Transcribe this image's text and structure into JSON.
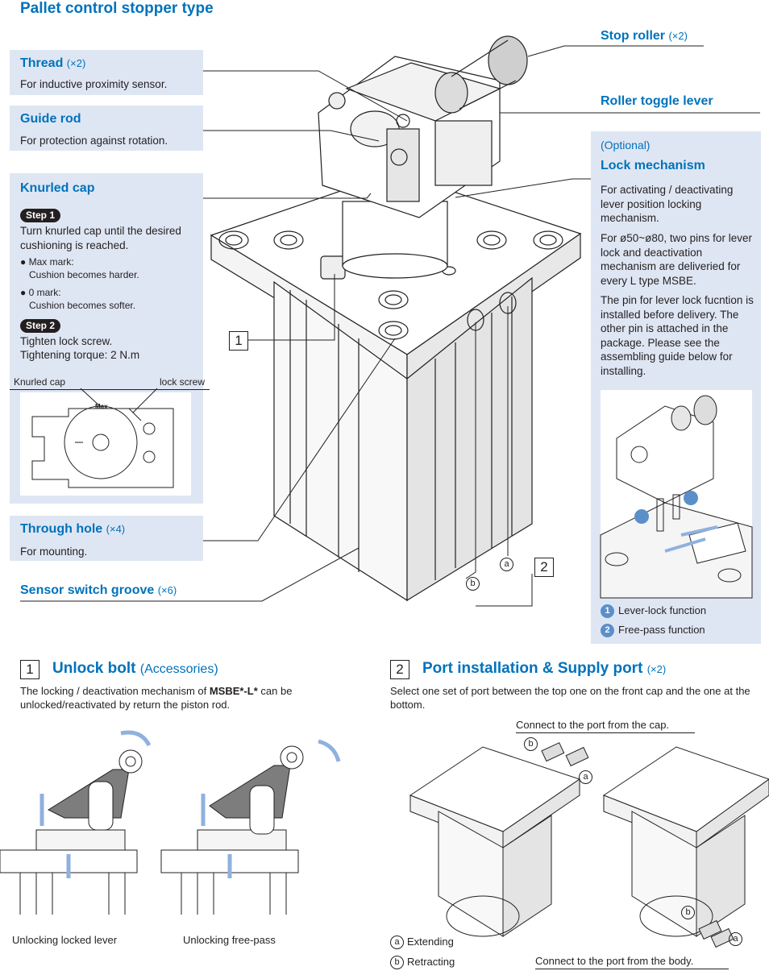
{
  "title": "Pallet control stopper type",
  "callouts": {
    "stop_roller": {
      "label": "Stop roller",
      "mult": "(×2)"
    },
    "roller_toggle_lever": {
      "label": "Roller toggle lever"
    },
    "thread": {
      "label": "Thread",
      "mult": "(×2)",
      "desc": "For inductive proximity sensor."
    },
    "guide_rod": {
      "label": "Guide rod",
      "desc": "For protection against rotation."
    },
    "knurled_cap": {
      "label": "Knurled cap",
      "step1": "Step 1",
      "step1_text": "Turn knurled cap until the desired cushioning is reached.",
      "max_mark": "● Max mark:",
      "max_desc": "Cushion becomes harder.",
      "zero_mark": "● 0 mark:",
      "zero_desc": "Cushion becomes softer.",
      "step2": "Step 2",
      "step2_text1": "Tighten lock screw.",
      "step2_text2": "Tightening torque: 2 N.m",
      "fig_label_left": "Knurled cap",
      "fig_label_right": "lock screw",
      "fig_max": "Max"
    },
    "through_hole": {
      "label": "Through hole",
      "mult": "(×4)",
      "desc": "For mounting."
    },
    "sensor_groove": {
      "label": "Sensor switch groove",
      "mult": "(×6)"
    },
    "lock_mechanism": {
      "optional": "(Optional)",
      "label": "Lock mechanism",
      "p1": "For activating / deactivating lever position locking mechanism.",
      "p2": "For ø50~ø80, two pins for lever lock and deactivation mechanism are deliveried for every L type MSBE.",
      "p3": "The pin for lever lock fucntion is installed before delivery. The other pin is attached in the package. Please see the assembling guide below for installing.",
      "legend1_num": "1",
      "legend1": "Lever-lock function",
      "legend2_num": "2",
      "legend2": "Free-pass function"
    }
  },
  "markers": {
    "m1": "1",
    "m2": "2",
    "a": "a",
    "b": "b"
  },
  "section1": {
    "num": "1",
    "title": "Unlock bolt",
    "sub": "(Accessories)",
    "desc_pre": "The locking / deactivation mechanism of ",
    "desc_bold": "MSBE*-L*",
    "desc_post": " can be unlocked/reactivated by return the piston rod.",
    "cap_left": "Unlocking locked lever",
    "cap_right": "Unlocking free-pass"
  },
  "section2": {
    "num": "2",
    "title": "Port installation & Supply port",
    "mult": "(×2)",
    "desc": "Select one set of port between the top one on the front cap and the one at the bottom.",
    "connect_cap": "Connect to the port from the cap.",
    "connect_body": "Connect to the port from the body.",
    "legend_a_sym": "a",
    "legend_a": "Extending",
    "legend_b_sym": "b",
    "legend_b": "Retracting"
  },
  "colors": {
    "accent": "#0072bc",
    "panel": "#dfe6f3",
    "arrow": "#8fb1de"
  }
}
